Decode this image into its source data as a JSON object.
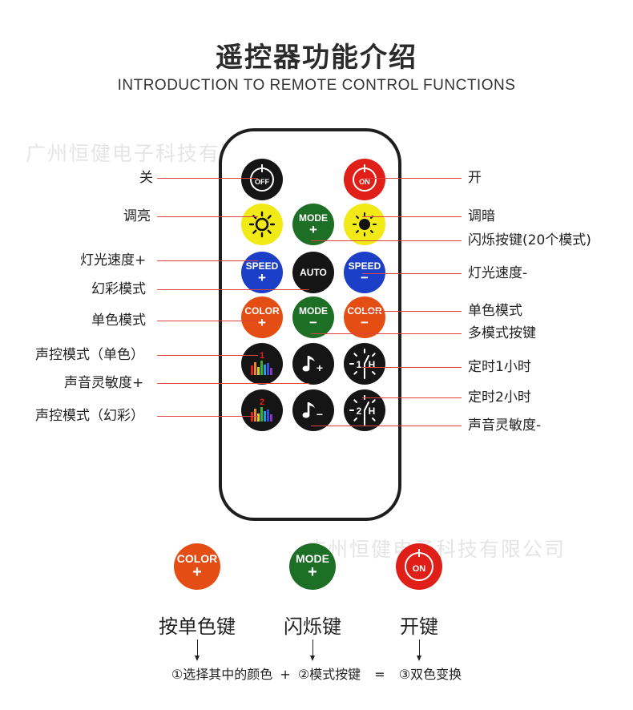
{
  "header": {
    "title": "遥控器功能介绍",
    "subtitle": "INTRODUCTION TO REMOTE CONTROL FUNCTIONS"
  },
  "watermark": "广州恒健电子科技有限公司",
  "buttons": {
    "off": "OFF",
    "on": "ON",
    "mode": "MODE",
    "auto": "AUTO",
    "speed": "SPEED",
    "color": "COLOR",
    "plus": "+",
    "minus": "−",
    "h1_num": "1",
    "h1_unit": "H",
    "h2_num": "2",
    "h2_unit": "H",
    "bars1_num": "1",
    "bars2_num": "2"
  },
  "labels_left": [
    "关",
    "调亮",
    "灯光速度+",
    "幻彩模式",
    "单色模式",
    "声控模式（单色）",
    "声音灵敏度+",
    "声控模式（幻彩）"
  ],
  "labels_right": [
    "开",
    "调暗",
    "闪烁按键(20个模式)",
    "灯光速度-",
    "单色模式",
    "多模式按键",
    "定时1小时",
    "定时2小时",
    "声音灵敏度-"
  ],
  "bottom": {
    "color_label": "COLOR",
    "mode_label": "MODE",
    "plus": "+",
    "on_label": "ON",
    "captions": [
      "按单色键",
      "闪烁键",
      "开键"
    ],
    "formula": {
      "s1": "①选择其中的颜色",
      "op1": "+",
      "s2": "②模式按键",
      "op2": "=",
      "s3": "③双色变换"
    }
  },
  "colors": {
    "red": "#e02018",
    "yellow": "#f2ea16",
    "green": "#1c6f24",
    "blue": "#1c3fc8",
    "orange": "#e44d14",
    "black": "#151515",
    "line": "#e04040"
  }
}
